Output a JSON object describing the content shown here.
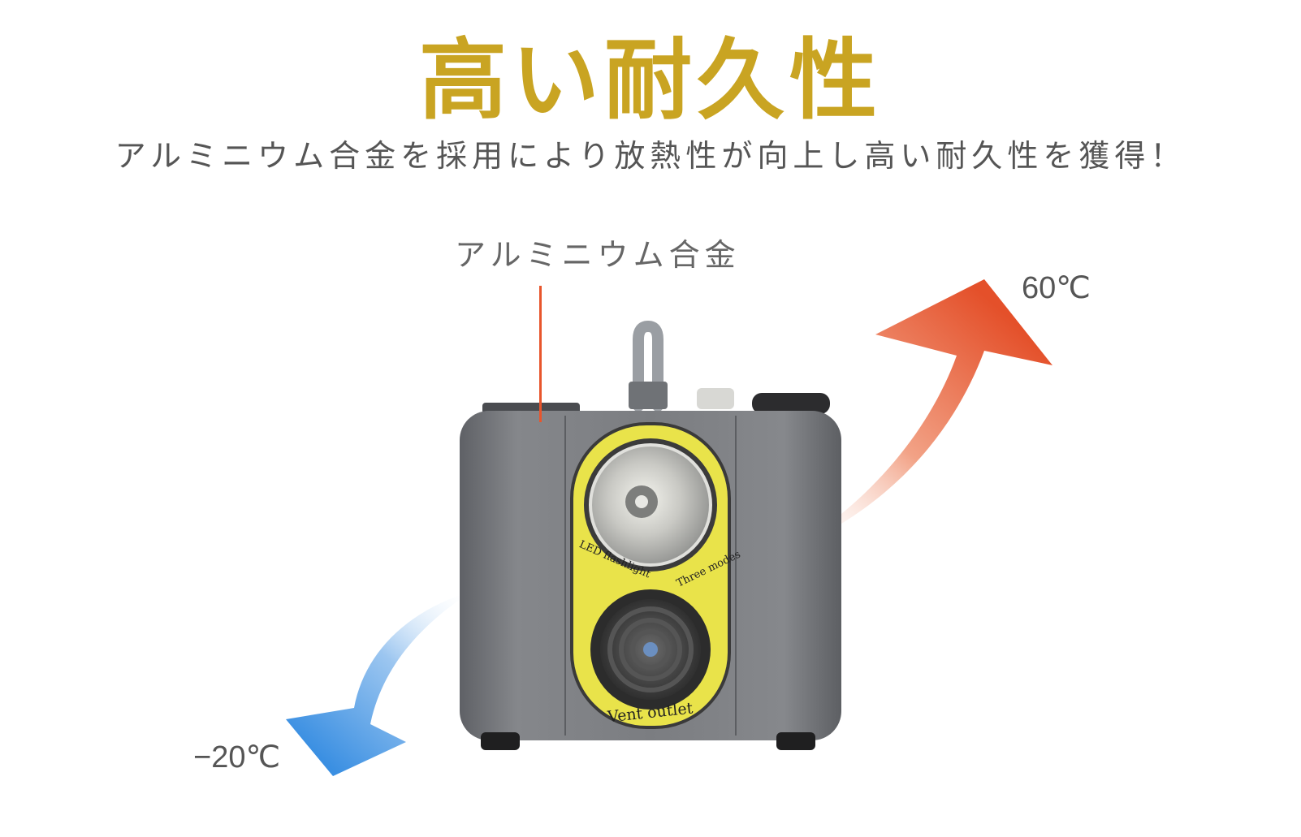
{
  "header": {
    "title": "高い耐久性",
    "subtitle": "アルミニウム合金を採用により放熱性が向上し高い耐久性を獲得！"
  },
  "callout": {
    "material_label": "アルミニウム合金"
  },
  "temperatures": {
    "high": "60℃",
    "low": "−20℃"
  },
  "device": {
    "led_label": "LED flashlight",
    "modes_label": "Three modes",
    "vent_label": "Vent outlet"
  },
  "colors": {
    "title_gold": "#C9A422",
    "hot_arrow": "#E8552C",
    "cold_arrow": "#3C8FE0",
    "leader_line": "#E8552C",
    "device_body": "#75777B",
    "device_panel": "#E9E34A"
  }
}
